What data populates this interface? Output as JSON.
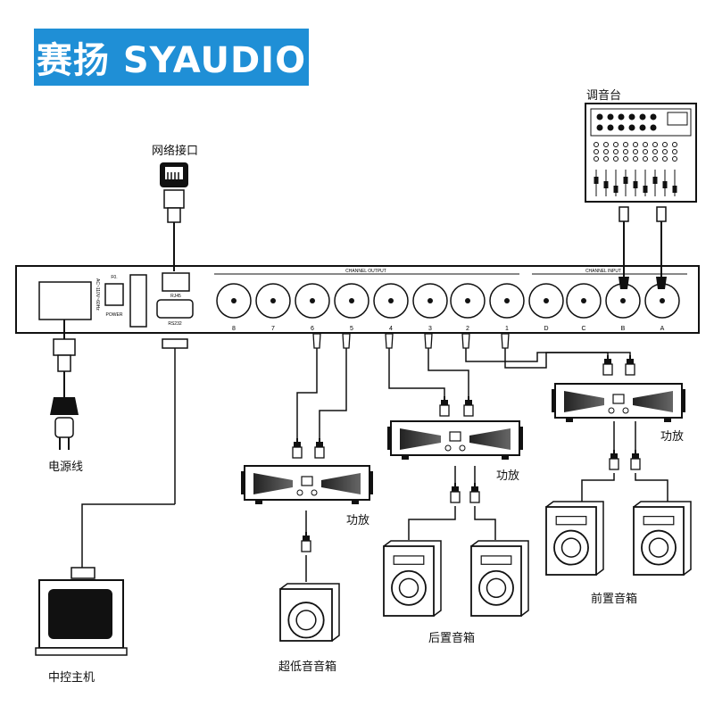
{
  "banner": {
    "text": "赛扬 SYAUDIO",
    "color": "#1f8fd6"
  },
  "labels": {
    "network_port": "网络接口",
    "mixer": "调音台",
    "power_cable": "电源线",
    "central_control": "中控主机",
    "amp": "功放",
    "subwoofer": "超低音音箱",
    "rear_speakers": "后置音箱",
    "front_speakers": "前置音箱"
  },
  "panel": {
    "channel_output": "CHANNEL OUTPUT",
    "channel_input": "CHANNEL INPUT",
    "output_channels": [
      "8",
      "7",
      "6",
      "5",
      "4",
      "3",
      "2",
      "1"
    ],
    "input_channels": [
      "D",
      "C",
      "B",
      "A"
    ],
    "power_label": "POWER",
    "rs232_label": "RS232",
    "rj45_label": "RJ45",
    "spec_label": "AC~110V~60Hz",
    "fuse_label": "F0."
  }
}
